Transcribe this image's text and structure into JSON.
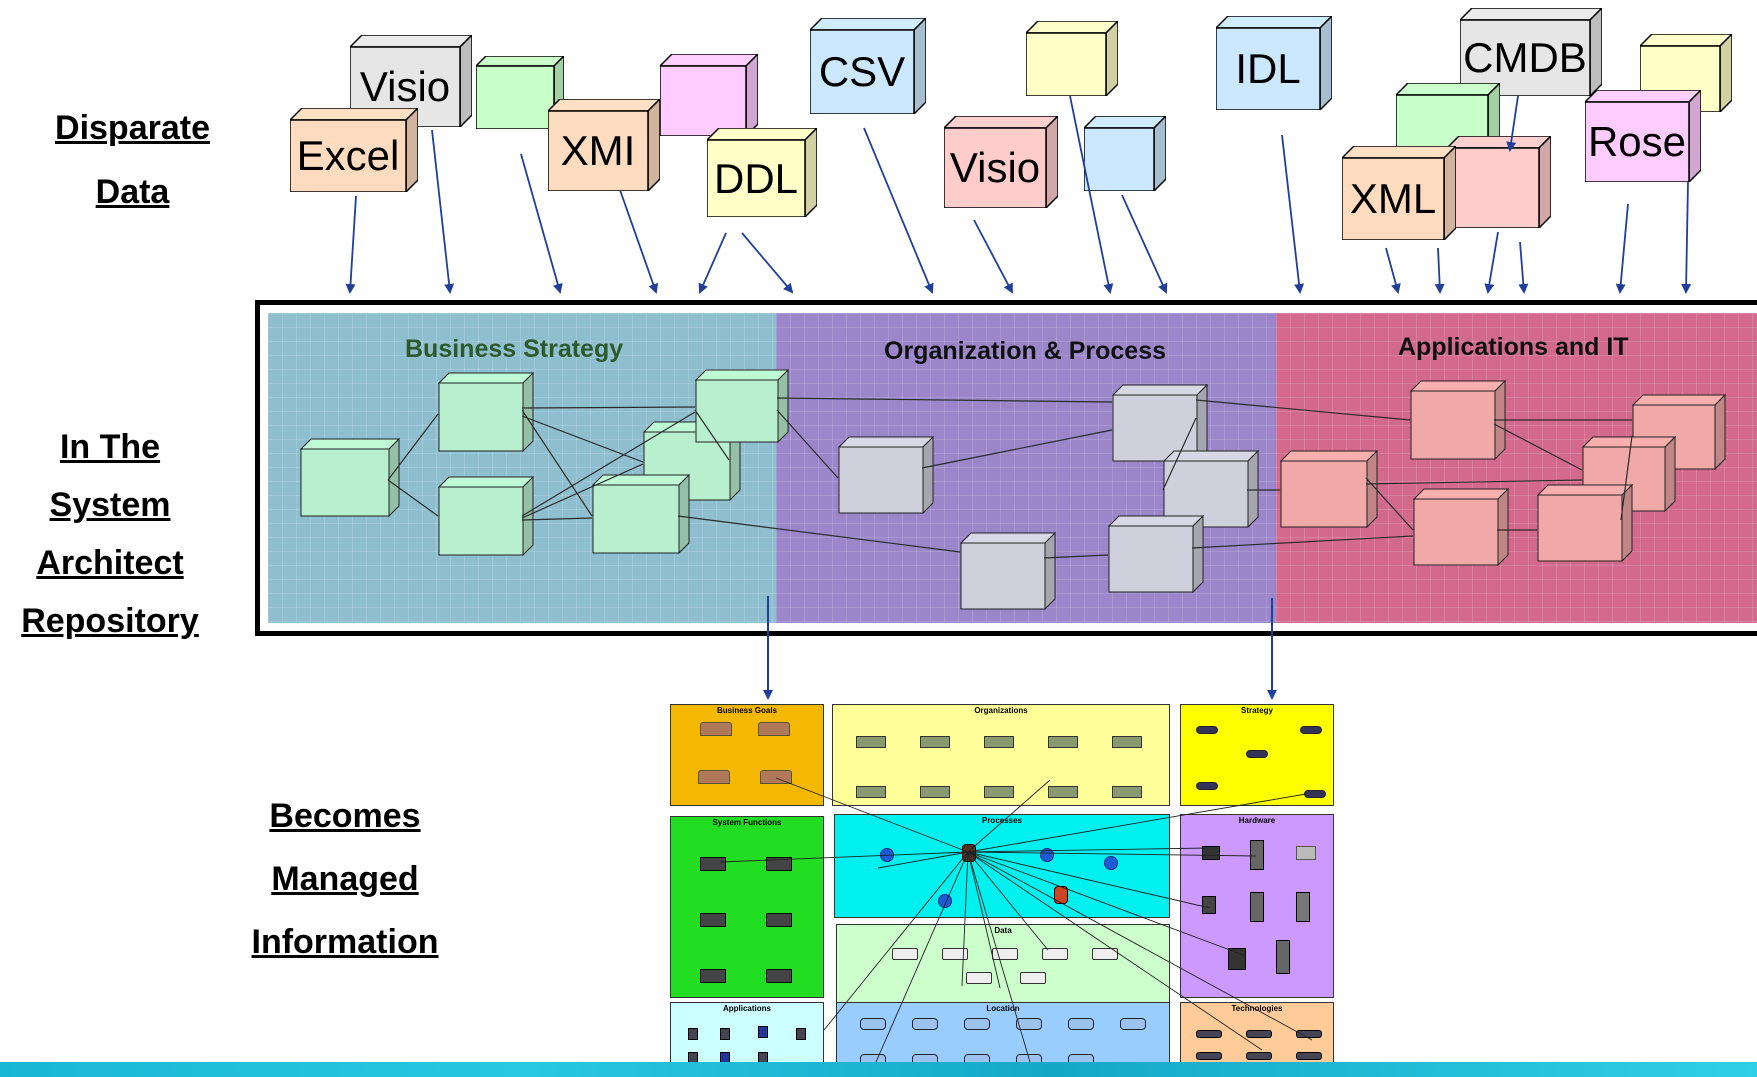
{
  "side_labels": {
    "disparate": [
      "Disparate",
      "Data"
    ],
    "repository": [
      "In The",
      "System",
      "Architect",
      "Repository"
    ],
    "managed": [
      "Becomes",
      "Managed",
      "Information"
    ]
  },
  "sources": {
    "visio1": "Visio",
    "excel": "Excel",
    "xmi": "XMI",
    "ddl": "DDL",
    "csv": "CSV",
    "visio2": "Visio",
    "idl": "IDL",
    "cmdb": "CMDB",
    "rose": "Rose",
    "xml": "XML"
  },
  "zones": {
    "business": "Business Strategy",
    "organization": "Organization & Process",
    "applications": "Applications and IT"
  },
  "panels": {
    "business_goals": "Business Goals",
    "organizations": "Organizations",
    "strategy": "Strategy",
    "system_functions": "System Functions",
    "processes": "Processes",
    "hardware": "Hardware",
    "data": "Data",
    "applications": "Applications",
    "location": "Location",
    "technologies": "Technologies"
  },
  "colors": {
    "arrow": "#1f3f9a",
    "business_zone": "#8fbfcf",
    "org_zone": "#9a86c8",
    "apps_zone": "#d36a8e",
    "cube_green": "#b8f0cf",
    "cube_grey": "#d0d0dc",
    "cube_red": "#f0a8a8"
  }
}
